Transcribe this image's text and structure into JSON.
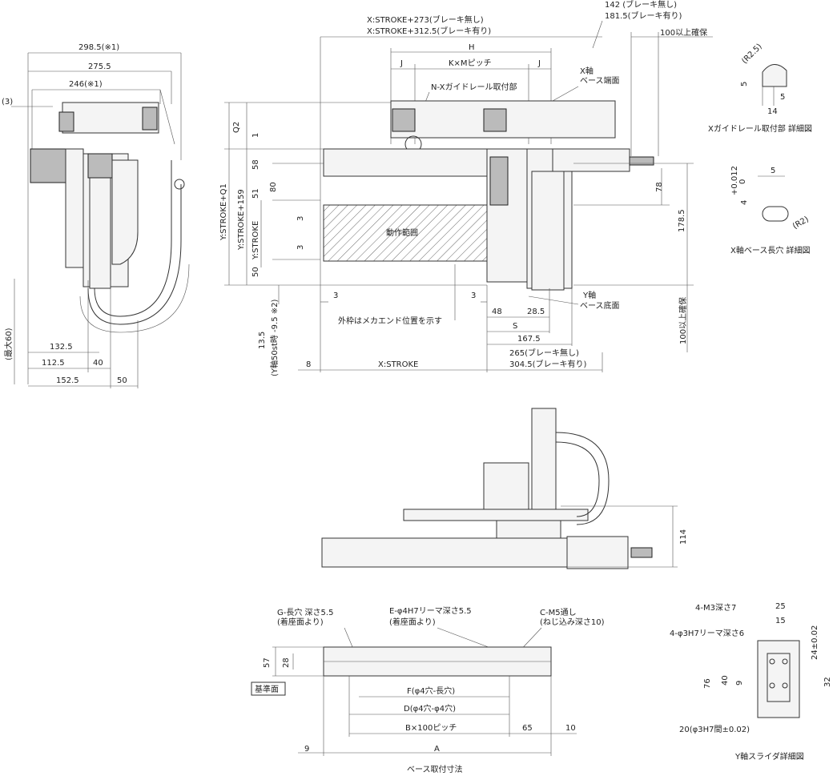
{
  "dims": {
    "d298": "298.5(※1)",
    "d275": "275.5",
    "d246": "246(※1)",
    "d3paren": "(3)",
    "max60": "(最大60)",
    "d1325": "132.5",
    "d1125": "112.5",
    "d40": "40",
    "d1525": "152.5",
    "d50": "50",
    "xs273": "X:STROKE+273(ブレーキ無し)",
    "xs3125": "X:STROKE+312.5(ブレーキ有り)",
    "h": "H",
    "j1": "J",
    "kxm": "K×Mピッチ",
    "j2": "J",
    "d142": "142 (ブレーキ無し)",
    "d1815": "181.5(ブレーキ有り)",
    "d100a": "100以上確保",
    "xaxis_end": "X軸",
    "xaxis_end2": "ベース端面",
    "nx_rail": "N-Xガイドレール取付部",
    "q2": "Q2",
    "one": "1",
    "d58": "58",
    "d51": "51",
    "d80": "80",
    "d3a": "3",
    "d3b": "3",
    "d50b": "50",
    "ys_q1": "Y:STROKE+Q1",
    "ys_159": "Y:STROKE+159",
    "ys": "Y:STROKE",
    "motion": "動作範囲",
    "d78": "78",
    "d1785": "178.5",
    "d3c": "3",
    "d3d": "3",
    "yaxis": "Y軸",
    "yaxis_bottom": "ベース底面",
    "d48": "48",
    "d285": "28.5",
    "outer_note": "外枠はメカエンド位置を示す",
    "s": "S",
    "d1675": "167.5",
    "d100b": "100以上確保",
    "d135": "13.5",
    "y50st": "(Y軸50st時 -9.5 ※2)",
    "d265": "265(ブレーキ無し)",
    "d3045": "304.5(ブレーキ有り)",
    "d8": "8",
    "xstroke": "X:STROKE",
    "d114": "114",
    "g_hole": "G-長穴 深さ5.5",
    "g_hole2": "(着座面より)",
    "e_hole": "E-φ4H7リーマ深さ5.5",
    "e_hole2": "(着座面より)",
    "c_m5": "C-M5通し",
    "c_m5_2": "(ねじ込み深さ10)",
    "d57": "57",
    "d28": "28",
    "ref_face": "基準面",
    "f4": "F(φ4穴-長穴)",
    "d4": "D(φ4穴-φ4穴)",
    "b100": "B×100ピッチ",
    "d65": "65",
    "d10": "10",
    "d9": "9",
    "a": "A",
    "base_mount": "ベース取付寸法",
    "x_rail_title": "Xガイドレール取付部 詳細図",
    "r25": "(R2.5)",
    "d5a": "5",
    "d5b": "5",
    "d14": "14",
    "x_slot_title": "X軸ベース長穴 詳細図",
    "tol": "+0.012",
    "tol0": "0",
    "d4b": "4",
    "d5c": "5",
    "r2": "(R2)",
    "m3": "4-M3深さ7",
    "h7": "4-φ3H7リーマ深さ6",
    "d25": "25",
    "d15": "15",
    "d24": "24±0.02",
    "d76": "76",
    "d40b": "40",
    "d9b": "9",
    "d32": "32",
    "d20": "20(φ3H7間±0.02)",
    "slider_title": "Y軸スライダ詳細図"
  }
}
